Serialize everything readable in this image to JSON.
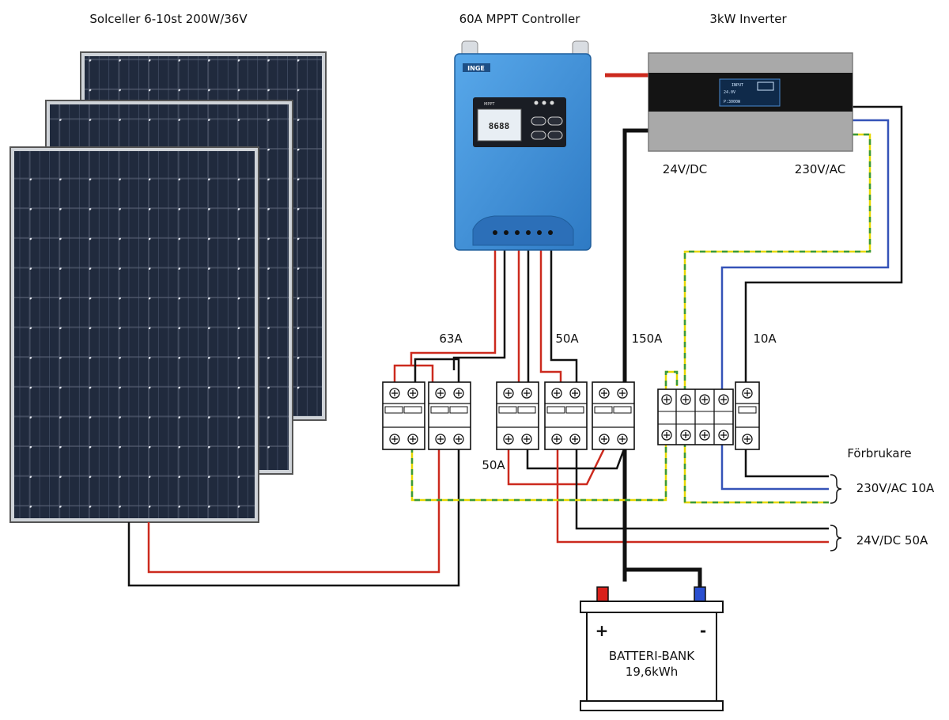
{
  "labels": {
    "solar_panels": "Solceller 6-10st 200W/36V",
    "controller": "60A MPPT Controller",
    "inverter": "3kW Inverter",
    "inverter_dc": "24V/DC",
    "inverter_ac": "230V/AC",
    "breaker_63a": "63A",
    "breaker_50a_top": "50A",
    "breaker_150a": "150A",
    "breaker_10a": "10A",
    "breaker_50a_bottom": "50A",
    "consumers": "Förbrukare",
    "ac_output": "230V/AC 10A",
    "dc_output": "24V/DC 50A",
    "battery_title": "BATTERI-BANK",
    "battery_capacity": "19,6kWh",
    "battery_plus": "+",
    "battery_minus": "-",
    "controller_brand": "INGE",
    "controller_display": "8688",
    "controller_mppt": "MPPT",
    "inverter_display_1": "INPUT",
    "inverter_display_2": "24.0V",
    "inverter_display_3": "P:3000W"
  },
  "colors": {
    "wire_positive": "#cc2a1e",
    "wire_negative": "#111111",
    "wire_neutral": "#3553b8",
    "wire_earth_yellow": "#e8d800",
    "wire_earth_green": "#3a9a3a",
    "controller_blue": "#3d8fd6",
    "inverter_grey": "#a9a9a9",
    "panel_dark": "#1b2130"
  }
}
